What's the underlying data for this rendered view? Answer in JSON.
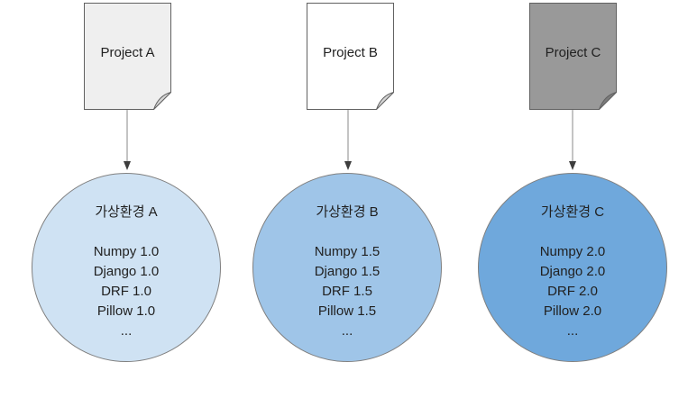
{
  "diagram_title": "",
  "text_color": "#212121",
  "arrow": {
    "line_color": "#888888",
    "head_color": "#3d3d3d"
  },
  "columns": [
    {
      "project": {
        "label": "Project A",
        "fill": "#efefef",
        "fold_fill": "#d6d6d6"
      },
      "env": {
        "title": "가상환경 A",
        "packages": [
          "Numpy 1.0",
          "Django 1.0",
          "DRF 1.0",
          "Pillow 1.0",
          "..."
        ],
        "fill": "#cfe2f3"
      }
    },
    {
      "project": {
        "label": "Project B",
        "fill": "#ffffff",
        "fold_fill": "#d6d6d6"
      },
      "env": {
        "title": "가상환경 B",
        "packages": [
          "Numpy 1.5",
          "Django 1.5",
          "DRF 1.5",
          "Pillow 1.5",
          "..."
        ],
        "fill": "#9fc5e8"
      }
    },
    {
      "project": {
        "label": "Project C",
        "fill": "#999999",
        "fold_fill": "#7b7b7b"
      },
      "env": {
        "title": "가상환경 C",
        "packages": [
          "Numpy 2.0",
          "Django 2.0",
          "DRF 2.0",
          "Pillow 2.0",
          "..."
        ],
        "fill": "#6fa8dc"
      }
    }
  ]
}
